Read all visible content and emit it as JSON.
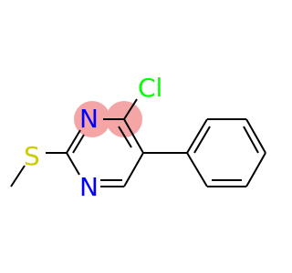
{
  "molecule": {
    "atoms": [
      {
        "id": "Cl",
        "label": "Cl",
        "color": "#00ff00"
      },
      {
        "id": "N_top",
        "label": "N",
        "color": "#0000ff"
      },
      {
        "id": "N_bottom",
        "label": "N",
        "color": "#0000ff"
      },
      {
        "id": "S",
        "label": "S",
        "color": "#cccc00"
      }
    ],
    "highlight_color": "#f4a6a6",
    "bond_color": "#000000"
  }
}
